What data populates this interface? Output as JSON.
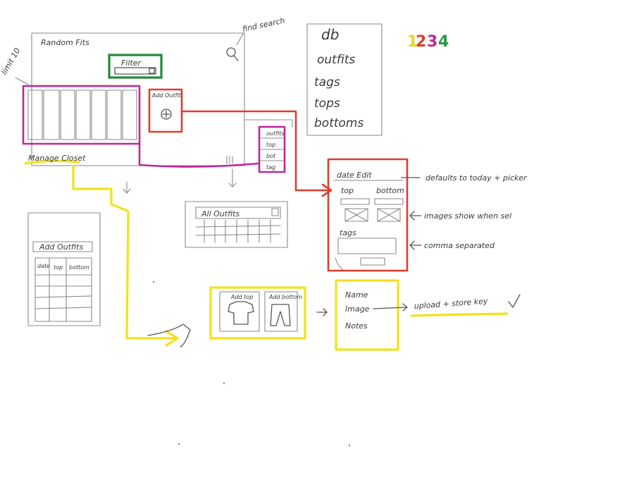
{
  "colors": {
    "pencil": "#8a8a8a",
    "magenta": "#c2249a",
    "red": "#e23b2e",
    "yellow": "#f2e21a",
    "green": "#1f8a3a"
  },
  "main_screen": {
    "title": "Random Fits",
    "find_search": "find search",
    "limit_note": "limit 10",
    "filter_label": "Filter",
    "add_outfit_label": "Add Outfit",
    "manage_closet_label": "Manage Closet",
    "menu_items": [
      "outfits",
      "top",
      "bot",
      "tag"
    ]
  },
  "nav_list": {
    "items": [
      "db",
      "outfits",
      "tags",
      "tops",
      "bottoms"
    ]
  },
  "step_numbers": {
    "digits": [
      "1",
      "2",
      "3",
      "4"
    ],
    "colors": [
      "#f0d21a",
      "#e23b2e",
      "#c2249a",
      "#2a9a46"
    ]
  },
  "all_outfits": {
    "title": "All Outfits"
  },
  "add_outfits_panel": {
    "title": "Add Outfits",
    "columns": [
      "date",
      "top",
      "bottom"
    ]
  },
  "outfit_form": {
    "date_label": "date Edit",
    "top_label": "top",
    "bottom_label": "bottom",
    "tags_label": "tags",
    "annotations": [
      "defaults to today + picker",
      "images show when sel",
      "comma separated"
    ]
  },
  "add_clothing": {
    "add_top": "Add top",
    "add_bottom": "Add bottom"
  },
  "item_form": {
    "fields": [
      "Name",
      "Image",
      "Notes"
    ],
    "upload_note": "upload + store key"
  }
}
